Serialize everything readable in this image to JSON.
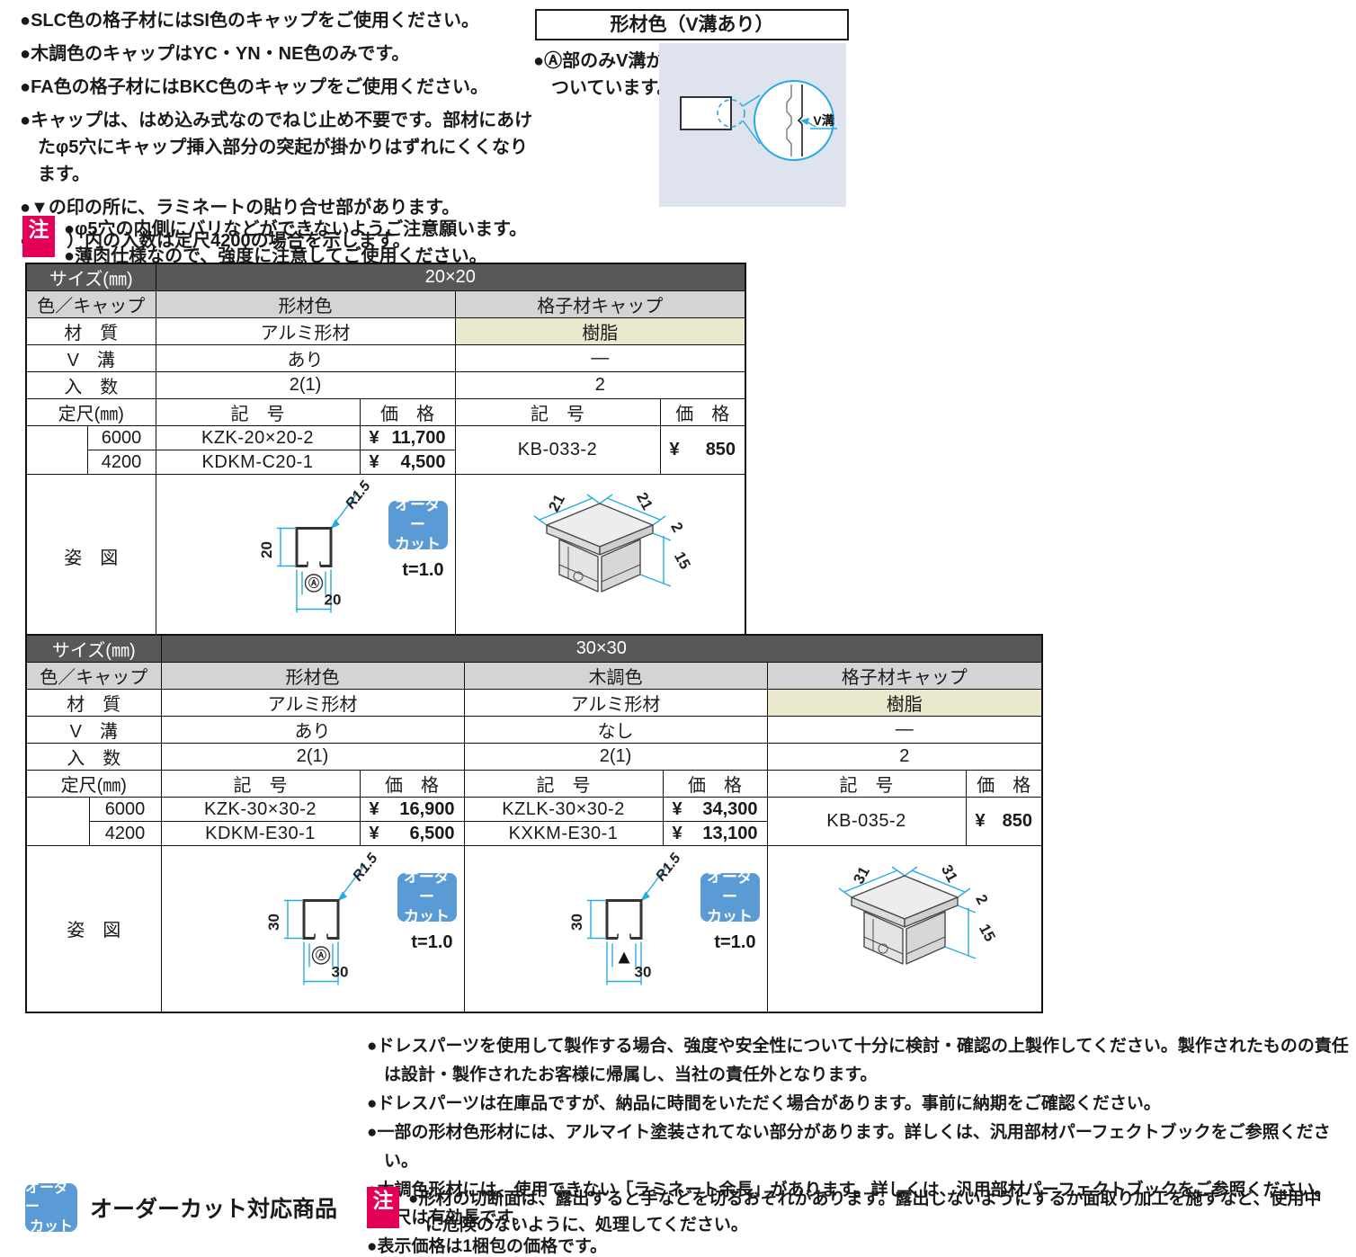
{
  "colors": {
    "header_dark": "#595757",
    "header_gray": "#d4d4d6",
    "resin_beige": "#eae8cd",
    "badge_blue": "#5b9bd5",
    "dim_cyan": "#29abe2",
    "caution_pink": "#e50057",
    "panel_bg": "#dfe3ee"
  },
  "currency": "¥",
  "top_notes": [
    "●SLC色の格子材にはSI色のキャップをご使用ください。",
    "●木調色のキャップはYC・YN・NE色のみです。",
    "●FA色の格子材にはBKC色のキャップをご使用ください。",
    "●キャップは、はめ込み式なのでねじ止め不要です。部材にあけたφ5穴にキャップ挿入部分の突起が掛かりはずれにくくなります。",
    "●▼の印の所に、ラミネートの貼り合せ部があります。",
    "●（　）内の入数は定尺4200の場合を示します。"
  ],
  "caution_top": {
    "badge": "注",
    "lines": [
      "●φ5穴の内側にバリなどができないようご注意願います。",
      "●薄肉仕様なので、強度に注意してご使用ください。"
    ]
  },
  "v_groove": {
    "title": "形材色（V溝あり）",
    "note": "●Ⓐ部のみV溝がついています。",
    "label": "V溝"
  },
  "table_labels": {
    "size": "サイズ(㎜)",
    "color_cap": "色／キャップ",
    "material": "材　質",
    "v": "V　溝",
    "qty": "入　数",
    "length": "定尺(㎜)",
    "figure": "姿　図",
    "code": "記　号",
    "price": "価　格"
  },
  "t20": {
    "size": "20×20",
    "lengths": [
      "6000",
      "4200"
    ],
    "profile": {
      "header": "形材色",
      "material": "アルミ形材",
      "v": "あり",
      "qty": "2(1)",
      "rows": [
        {
          "code": "KZK-20×20-2",
          "amount": "11,700"
        },
        {
          "code": "KDKM-C20-1",
          "amount": "4,500"
        }
      ],
      "t": "t=1.0",
      "r": "R1.5",
      "dim": "20",
      "mark": "Ⓐ"
    },
    "cap": {
      "header": "格子材キャップ",
      "material": "樹脂",
      "v": "―",
      "qty": "2",
      "code": "KB-033-2",
      "amount": "850",
      "dims": [
        "21",
        "21",
        "2",
        "15"
      ]
    }
  },
  "t30": {
    "size": "30×30",
    "lengths": [
      "6000",
      "4200"
    ],
    "profile1": {
      "header": "形材色",
      "material": "アルミ形材",
      "v": "あり",
      "qty": "2(1)",
      "rows": [
        {
          "code": "KZK-30×30-2",
          "amount": "16,900"
        },
        {
          "code": "KDKM-E30-1",
          "amount": "6,500"
        }
      ],
      "t": "t=1.0",
      "r": "R1.5",
      "dim": "30",
      "mark": "Ⓐ"
    },
    "profile2": {
      "header": "木調色",
      "material": "アルミ形材",
      "v": "なし",
      "qty": "2(1)",
      "rows": [
        {
          "code": "KZLK-30×30-2",
          "amount": "34,300"
        },
        {
          "code": "KXKM-E30-1",
          "amount": "13,100"
        }
      ],
      "t": "t=1.0",
      "r": "R1.5",
      "dim": "30",
      "mark": "▲"
    },
    "cap": {
      "header": "格子材キャップ",
      "material": "樹脂",
      "v": "―",
      "qty": "2",
      "code": "KB-035-2",
      "amount": "850",
      "dims": [
        "31",
        "31",
        "2",
        "15"
      ]
    }
  },
  "order_cut": {
    "badge_line1": "オーダー",
    "badge_line2": "カット",
    "label": "オーダーカット対応商品"
  },
  "bottom_notes": [
    "●ドレスパーツを使用して製作する場合、強度や安全性について十分に検討・確認の上製作してください。製作されたものの責任は設計・製作されたお客様に帰属し、当社の責任外となります。",
    "●ドレスパーツは在庫品ですが、納品に時間をいただく場合があります。事前に納期をご確認ください。",
    "●一部の形材色形材には、アルマイト塗装されてない部分があります。詳しくは、汎用部材パーフェクトブックをご参照ください。",
    "●木調色形材には、使用できない「ラミネート余長」があります。詳しくは、汎用部材パーフェクトブックをご参照ください。",
    "●定尺は有効長です。",
    "●表示価格は1梱包の価格です。"
  ],
  "caution_bottom": {
    "badge": "注",
    "text": "●形材の切断面は、露出すると手などを切るおそれがあります。露出しないようにするか面取り加工を施すなど、使用中に危険のないように、処理してください。"
  }
}
